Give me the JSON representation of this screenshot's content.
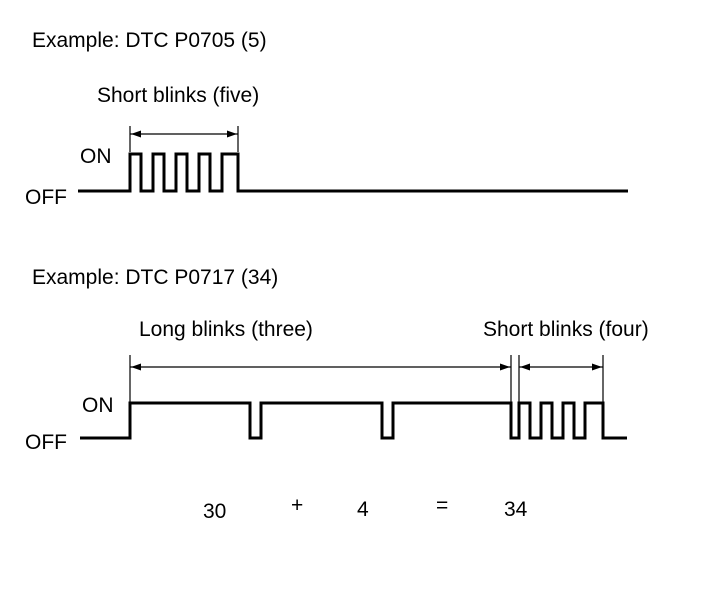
{
  "example1": {
    "title": "Example: DTC P0705 (5)",
    "bracket_label": "Short blinks (five)",
    "on_label": "ON",
    "off_label": "OFF",
    "short_blinks": 5
  },
  "example2": {
    "title": "Example: DTC P0717 (34)",
    "long_label": "Long blinks (three)",
    "short_label": "Short blinks (four)",
    "on_label": "ON",
    "off_label": "OFF",
    "long_blinks": 3,
    "short_blinks": 4
  },
  "equation": {
    "tens": "30",
    "plus": "+",
    "units": "4",
    "equals": "=",
    "result": "34"
  }
}
